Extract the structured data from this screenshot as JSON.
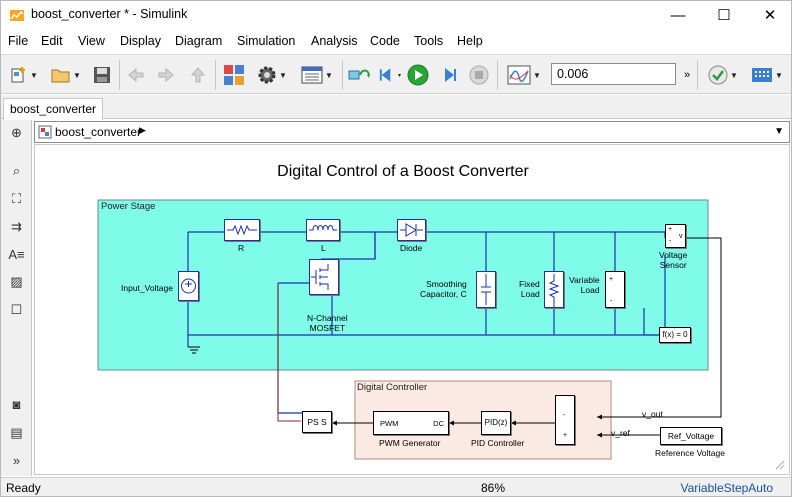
{
  "window": {
    "title": "boost_converter * - Simulink",
    "minimize": "—",
    "maximize": "☐",
    "close": "✕"
  },
  "menu": [
    "File",
    "Edit",
    "View",
    "Display",
    "Diagram",
    "Simulation",
    "Analysis",
    "Code",
    "Tools",
    "Help"
  ],
  "toolbar": {
    "stop_time": "0.006"
  },
  "tab": {
    "label": "boost_converter"
  },
  "address": {
    "path": "boost_converter"
  },
  "diagram": {
    "title": "Digital Control of a Boost Converter",
    "power_stage": "Power Stage",
    "digital_controller": "Digital Controller",
    "blocks": {
      "input_voltage": "Input_Voltage",
      "r": "R",
      "l": "L",
      "diode": "Diode",
      "mosfet": "N-Channel\nMOSFET",
      "capacitor": "Smoothing\nCapacitor, C",
      "fixed_load": "Fixed\nLoad",
      "variable_load": "Variable\nLoad",
      "voltage_sensor": "Voltage\nSensor",
      "solver": "f(x) = 0",
      "ps_s": "PS S",
      "pwm": "PWM Generator",
      "pwm_in": "PWM",
      "pwm_out": "DC",
      "pid": "PID Controller",
      "pid_inner": "PID(z)",
      "ref_voltage": "Ref_Voltage",
      "reference_voltage": "Reference Voltage",
      "v_out": "v_out",
      "v_ref": "v_ref",
      "sensor_v": "v",
      "plus": "+",
      "minus": "-"
    }
  },
  "status": {
    "left": "Ready",
    "zoom": "86%",
    "solver": "VariableStepAuto"
  },
  "colors": {
    "power_stage_bg": "#7ffbea",
    "controller_bg": "#fbeae3"
  }
}
